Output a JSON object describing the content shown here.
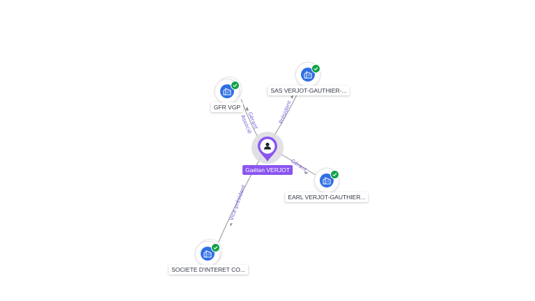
{
  "graph": {
    "center": {
      "name": "Gaétan VERJOT",
      "icon": "person-icon",
      "color": "#8a54f0"
    },
    "companies": [
      {
        "name": "GFR VGP",
        "icon": "building-icon",
        "verified": true
      },
      {
        "name": "SAS VERJOT-GAUTHIER-...",
        "icon": "building-icon",
        "verified": true
      },
      {
        "name": "EARL VERJOT-GAUTHIER...",
        "icon": "building-icon",
        "verified": true
      },
      {
        "name": "SOCIETE D'INTERET CO...",
        "icon": "building-icon",
        "verified": true
      }
    ],
    "relations": [
      {
        "role": "Gérant",
        "role2": "Associé"
      },
      {
        "role": "Président"
      },
      {
        "role": "Gérant"
      },
      {
        "role": "Vice-président"
      }
    ],
    "colors": {
      "company": "#2f6fe4",
      "verified": "#12a14a",
      "edge_label": "#7b5fd6"
    }
  }
}
